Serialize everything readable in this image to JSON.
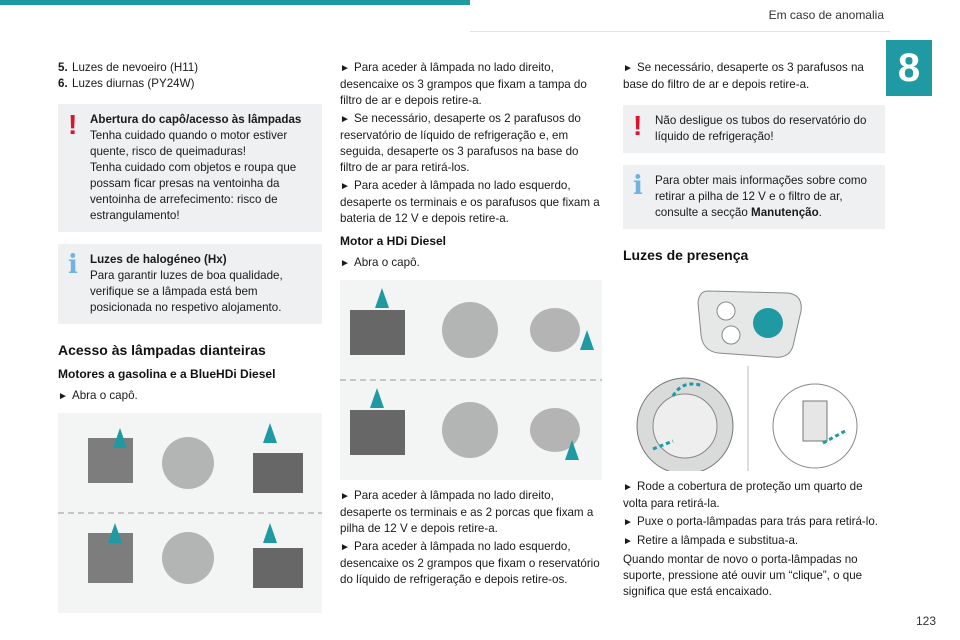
{
  "header": {
    "section": "Em caso de anomalia",
    "chapter": "8",
    "page": "123"
  },
  "col1": {
    "items": [
      {
        "num": "5.",
        "text": "Luzes de nevoeiro (H11)"
      },
      {
        "num": "6.",
        "text": "Luzes diurnas (PY24W)"
      }
    ],
    "warning": {
      "title": "Abertura do capô/acesso às lâmpadas",
      "line1": "Tenha cuidado quando o motor estiver quente, risco de queimaduras!",
      "line2": "Tenha cuidado com objetos e roupa que possam ficar presas na ventoinha da ventoinha de arrefecimento: risco de estrangulamento!"
    },
    "info": {
      "title": "Luzes de halogéneo (Hx)",
      "text": "Para garantir luzes de boa qualidade, verifique se a lâmpada está bem posicionada no respetivo alojamento."
    },
    "heading": "Acesso às lâmpadas dianteiras",
    "subheading": "Motores a gasolina e a BlueHDi Diesel",
    "step1": "Abra o capô."
  },
  "col2": {
    "step1": "Para aceder à lâmpada no lado direito, desencaixe os 3 grampos que fixam a tampa do filtro de ar e depois retire-a.",
    "step2": "Se necessário, desaperte os 2 parafusos do reservatório de líquido de refrigeração e, em seguida, desaperte os 3 parafusos na base do filtro de ar para retirá-los.",
    "step3": "Para aceder à lâmpada no lado esquerdo, desaperte os terminais e os parafusos que fixam a bateria de 12 V e depois retire-a.",
    "subheading": "Motor a HDi Diesel",
    "step4": "Abra o capô.",
    "step5": "Para aceder à lâmpada no lado direito, desaperte os terminais e as 2 porcas que fixam a pilha de 12 V e depois retire-a.",
    "step6": "Para aceder à lâmpada no lado esquerdo, desencaixe os 2 grampos que fixam o reservatório do líquido de refrigeração e depois retire-os."
  },
  "col3": {
    "step1": "Se necessário, desaperte os 3 parafusos na base do filtro de ar e depois retire-a.",
    "warning": "Não desligue os tubos do reservatório do líquido de refrigeração!",
    "info_pre": "Para obter mais informações sobre como retirar a pilha de 12 V e o filtro de ar, consulte a secção ",
    "info_bold": "Manutenção",
    "info_post": ".",
    "heading": "Luzes de presença",
    "step2": "Rode a cobertura de proteção um quarto de volta para retirá-la.",
    "step3": "Puxe o porta-lâmpadas para trás para retirá-lo.",
    "step4": "Retire a lâmpada e substitua-a.",
    "note": "Quando montar de novo o porta-lâmpadas no suporte, pressione até ouvir um “clique”, o que significa que está encaixado."
  },
  "icons": {
    "step_arrow": "►",
    "warning": "!",
    "info": "i"
  },
  "colors": {
    "accent": "#1f9aa3",
    "warning": "#e0112b",
    "info": "#6fb3e0",
    "box_bg": "#eef0f1"
  }
}
